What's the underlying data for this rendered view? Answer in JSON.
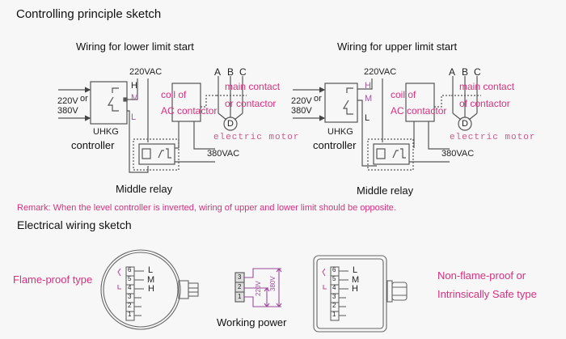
{
  "headings": {
    "controlling": "Controlling principle sketch",
    "electrical": "Electrical wiring sketch"
  },
  "lower": {
    "title": "Wiring for lower limit start",
    "supply_top": "220VAC",
    "input_v1": "220V",
    "input_or": "or",
    "input_v2": "380V",
    "term_h": "H",
    "term_m": "M",
    "term_l": "L",
    "coil_line1": "coil of",
    "coil_line2": "AC contactor",
    "phases": [
      "A",
      "B",
      "C"
    ],
    "main_contact1": "main contact",
    "main_contact2": "or contactor",
    "motor": "D",
    "motor_label": "electric motor",
    "model": "UHKG",
    "controller": "controller",
    "supply_bottom": "380VAC",
    "relay": "Middle relay"
  },
  "upper": {
    "title": "Wiring for upper limit start",
    "supply_top": "220VAC",
    "input_v1": "220V",
    "input_or": "or",
    "input_v2": "380V",
    "term_h": "H",
    "term_m": "M",
    "term_l": "L",
    "coil_line1": "coil of",
    "coil_line2": "AC contactor",
    "phases": [
      "A",
      "B",
      "C"
    ],
    "main_contact1": "main contact",
    "main_contact2": "of contactor",
    "motor": "D",
    "motor_label": "electric motor",
    "model": "UHKG",
    "controller": "controller",
    "supply_bottom": "380VAC",
    "relay": "Middle relay"
  },
  "remark": "Remark: When the level controller is inverted, wiring of upper and lower limit should be opposite.",
  "flameproof": {
    "label": "Flame-proof type",
    "terminals": [
      "6",
      "5",
      "4",
      "3",
      "2",
      "1"
    ],
    "term_labels": [
      "L",
      "M",
      "H"
    ]
  },
  "power": {
    "terminals": [
      "3",
      "2",
      "1"
    ],
    "v220": "220V",
    "v380": "380V",
    "label": "Working power"
  },
  "nonflame": {
    "label1": "Non-flame-proof or",
    "label2": "Intrinsically Safe type",
    "terminals": [
      "6",
      "5",
      "4",
      "3",
      "2",
      "1"
    ],
    "term_labels": [
      "L",
      "M",
      "H"
    ]
  },
  "colors": {
    "accent_pink": "#d6307e",
    "wire_purple": "#9a4a9a",
    "line_gray": "#555555"
  }
}
